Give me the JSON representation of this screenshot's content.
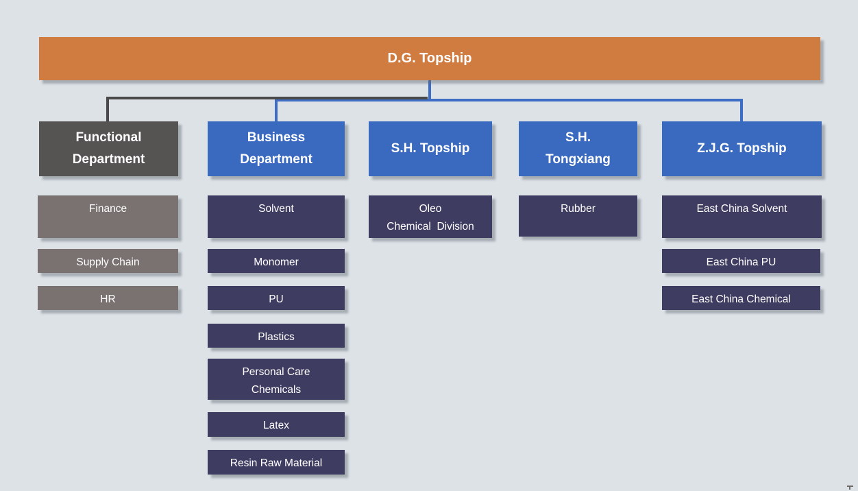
{
  "page": {
    "background_color": "#DCE2E6"
  },
  "org_chart": {
    "root": {
      "label": "D.G. Topship",
      "color": "#D07B40"
    },
    "groups": [
      {
        "header": "Functional\nDepartment",
        "theme": "gray",
        "header_color": "#565452",
        "child_color": "#7A7270",
        "children": [
          "Finance",
          "Supply Chain",
          "HR"
        ]
      },
      {
        "header": "Business\nDepartment",
        "theme": "blue",
        "header_color": "#3A6ABF",
        "child_color": "#3E3C61",
        "children": [
          "Solvent",
          "Monomer",
          "PU",
          "Plastics",
          "Personal Care\nChemicals",
          "Latex",
          "Resin Raw Material"
        ]
      },
      {
        "header": "S.H. Topship",
        "theme": "blue",
        "header_color": "#3A6ABF",
        "child_color": "#3E3C61",
        "children": [
          "Oleo\nChemical  Division"
        ]
      },
      {
        "header": "S.H.\nTongxiang",
        "theme": "blue",
        "header_color": "#3A6ABF",
        "child_color": "#3E3C61",
        "children": [
          "Rubber"
        ]
      },
      {
        "header": "Z.J.G. Topship",
        "theme": "blue",
        "header_color": "#3A6ABF",
        "child_color": "#3E3C61",
        "children": [
          "East China Solvent",
          "East China PU",
          "East China Chemical"
        ]
      }
    ],
    "connector_colors": {
      "gray": "#4A4A4A",
      "blue": "#3E6DC6"
    }
  }
}
